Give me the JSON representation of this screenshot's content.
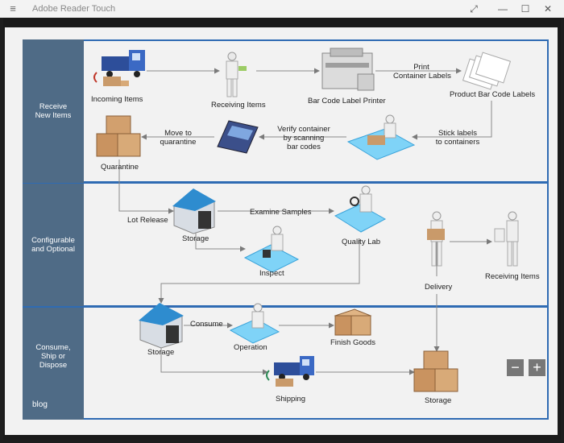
{
  "app": {
    "title": "Adobe Reader Touch"
  },
  "window": {
    "menu_icon": "hamburger-icon",
    "minimize_icon": "expand-icon"
  },
  "sections": [
    {
      "label_line1": "Receive",
      "label_line2": "New Items"
    },
    {
      "label_line1": "Configurable",
      "label_line2": "and Optional"
    },
    {
      "label_line1": "Consume,",
      "label_line2": "Ship or",
      "label_line3": "Dispose"
    }
  ],
  "footer": {
    "blog": "blog"
  },
  "nodes": {
    "incoming_items": "Incoming Items",
    "receiving_items_1": "Receiving Items",
    "bar_code_printer": "Bar Code Label Printer",
    "print_labels_1": "Print",
    "print_labels_2": "Container Labels",
    "product_bar_code_labels": "Product Bar Code Labels",
    "stick_labels_1": "Stick labels",
    "stick_labels_2": "to containers",
    "verify_1": "Verify container",
    "verify_2": "by scanning",
    "verify_3": "bar codes",
    "move_1": "Move to",
    "move_2": "quarantine",
    "quarantine": "Quarantine",
    "lot_release": "Lot Release",
    "storage_1": "Storage",
    "examine_samples": "Examine Samples",
    "quality_lab": "Quality Lab",
    "inspect": "Inspect",
    "delivery": "Delivery",
    "receiving_items_2": "Receiving Items",
    "storage_2": "Storage",
    "consume": "Consume",
    "operation": "Operation",
    "finish_goods": "Finish Goods",
    "shipping": "Shipping",
    "storage_3": "Storage"
  },
  "zoom": {
    "minus": "−",
    "plus": "+"
  },
  "colors": {
    "band_border": "#2f6bb3",
    "label_bg": "#4f6b86",
    "arrow": "#7a7a7a"
  }
}
